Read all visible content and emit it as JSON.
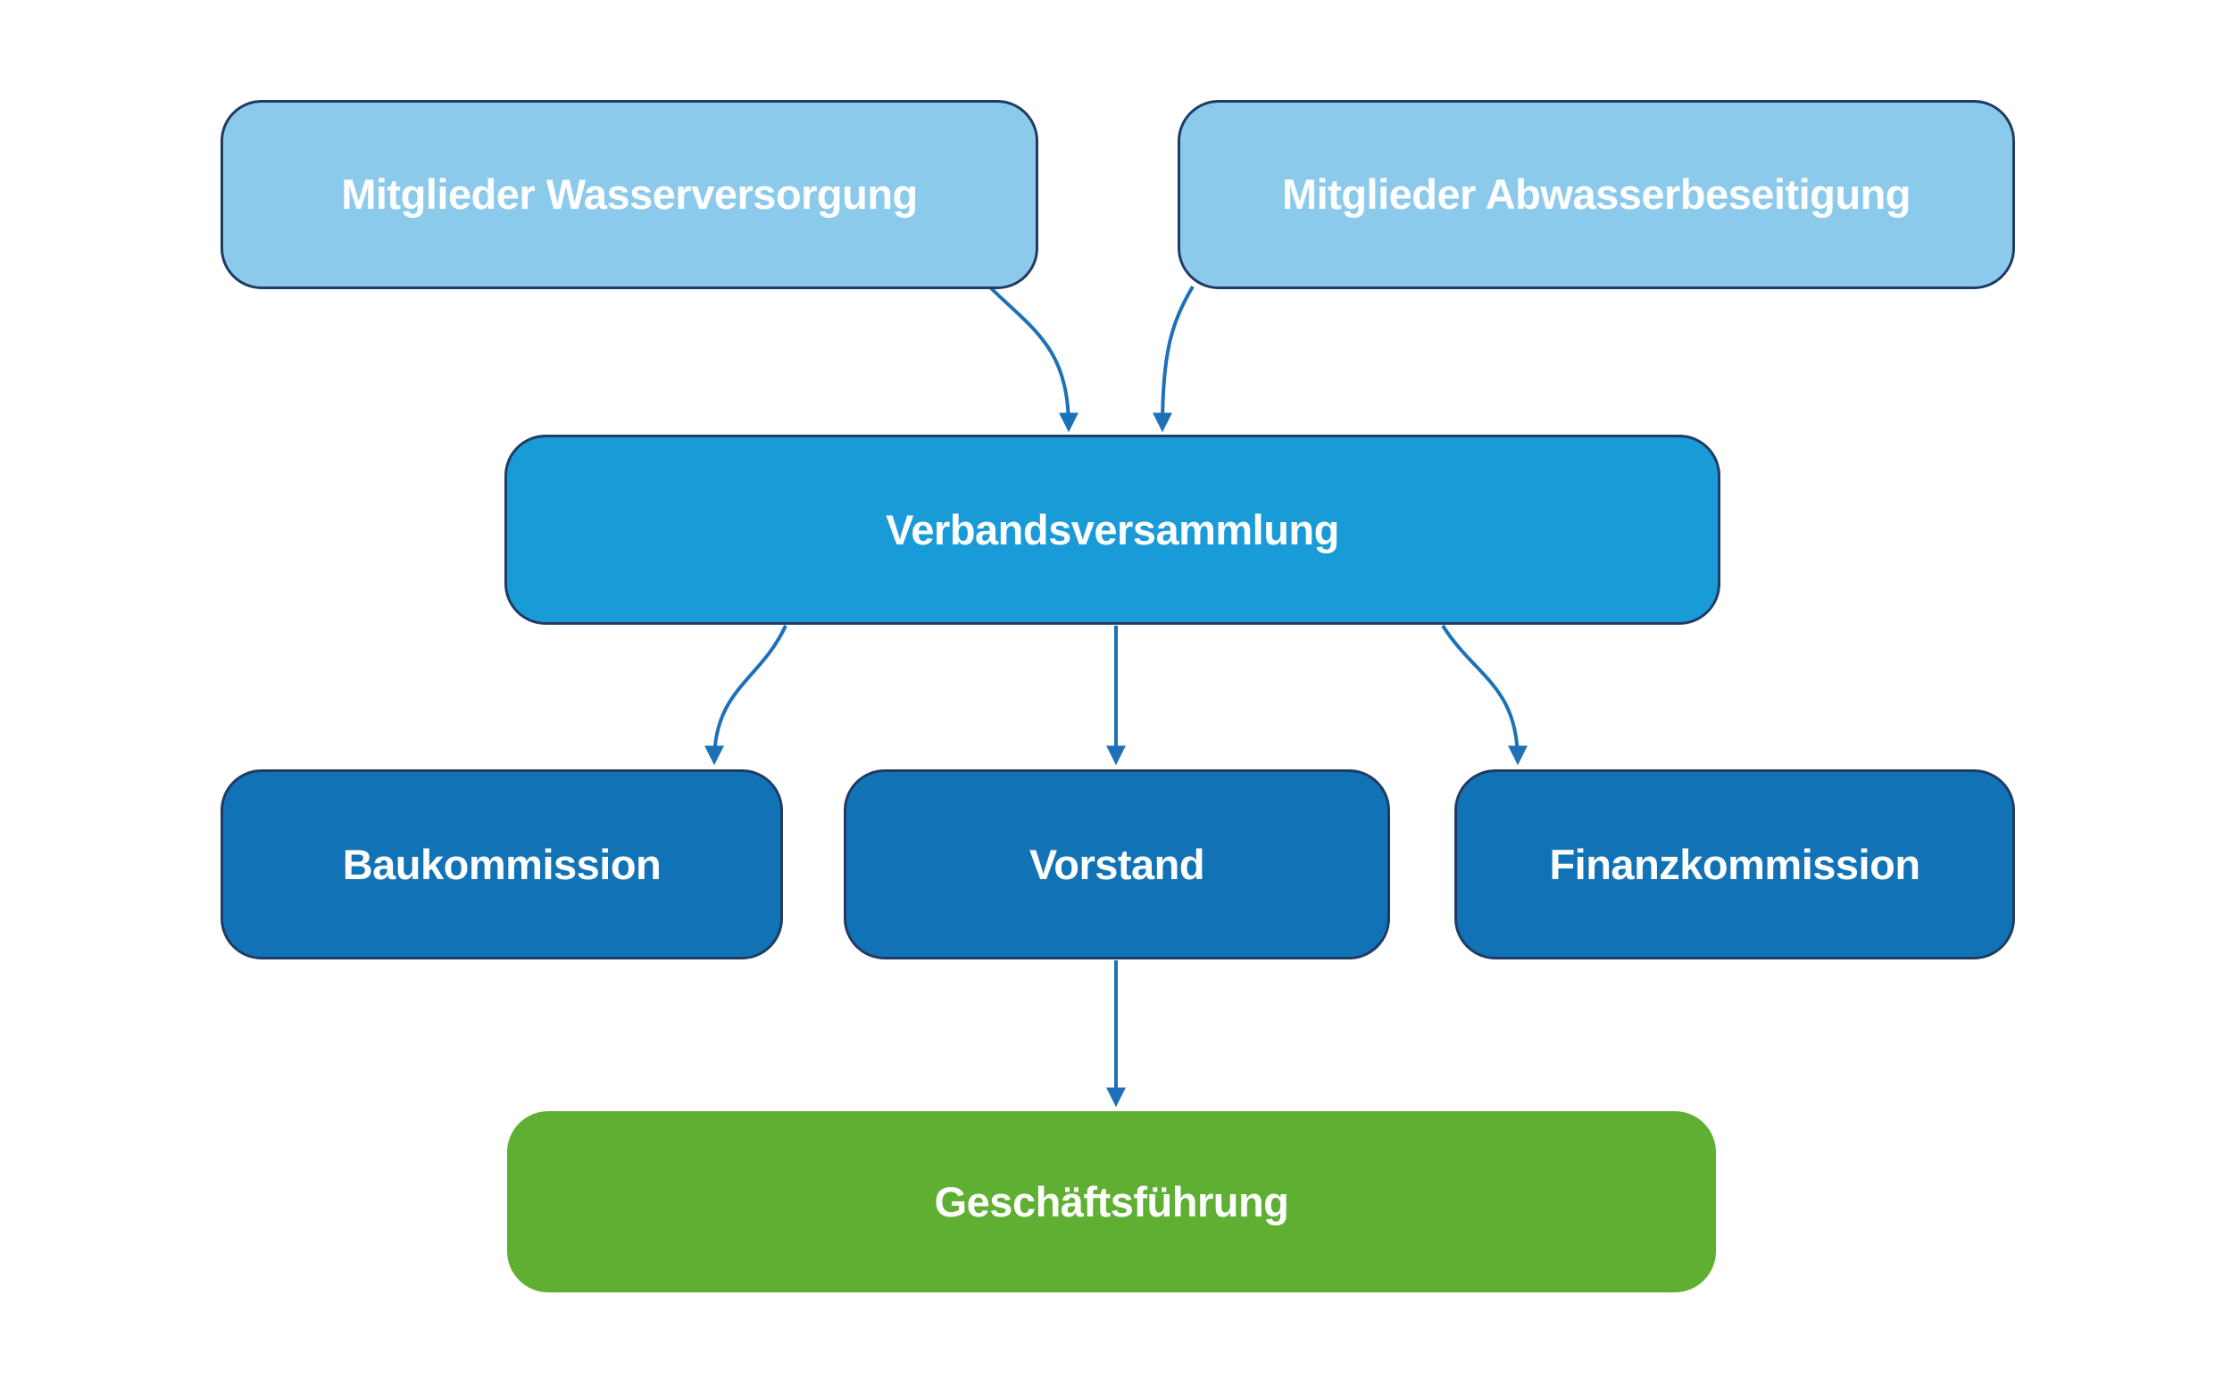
{
  "nodes": [
    {
      "id": "mitglieder-wasserversorgung",
      "label": "Mitglieder Wasserversorgung",
      "level": "members",
      "fill": "#8CCAEC"
    },
    {
      "id": "mitglieder-abwasserbeseitigung",
      "label": "Mitglieder Abwasserbeseitigung",
      "level": "members",
      "fill": "#8CCAEC"
    },
    {
      "id": "verbandsversammlung",
      "label": "Verbandsversammlung",
      "level": "assembly",
      "fill": "#199BD8"
    },
    {
      "id": "baukommission",
      "label": "Baukommission",
      "level": "committees",
      "fill": "#1272B6"
    },
    {
      "id": "vorstand",
      "label": "Vorstand",
      "level": "committees",
      "fill": "#1272B6"
    },
    {
      "id": "finanzkommission",
      "label": "Finanzkommission",
      "level": "committees",
      "fill": "#1272B6"
    },
    {
      "id": "geschaeftsfuehrung",
      "label": "Geschäftsführung",
      "level": "management",
      "fill": "#5FAF33"
    }
  ],
  "edges": [
    {
      "from": "mitglieder-wasserversorgung",
      "to": "verbandsversammlung"
    },
    {
      "from": "mitglieder-abwasserbeseitigung",
      "to": "verbandsversammlung"
    },
    {
      "from": "verbandsversammlung",
      "to": "baukommission"
    },
    {
      "from": "verbandsversammlung",
      "to": "vorstand"
    },
    {
      "from": "verbandsversammlung",
      "to": "finanzkommission"
    },
    {
      "from": "vorstand",
      "to": "geschaeftsfuehrung"
    }
  ],
  "colors": {
    "light_blue": "#8CCAEC",
    "mid_blue": "#199BD8",
    "dark_blue": "#1272B6",
    "green": "#5FAF33",
    "border_navy": "#1F3A63",
    "arrow_blue": "#1D71B8",
    "text_white": "#FFFFFF",
    "background": "#FFFFFF"
  }
}
